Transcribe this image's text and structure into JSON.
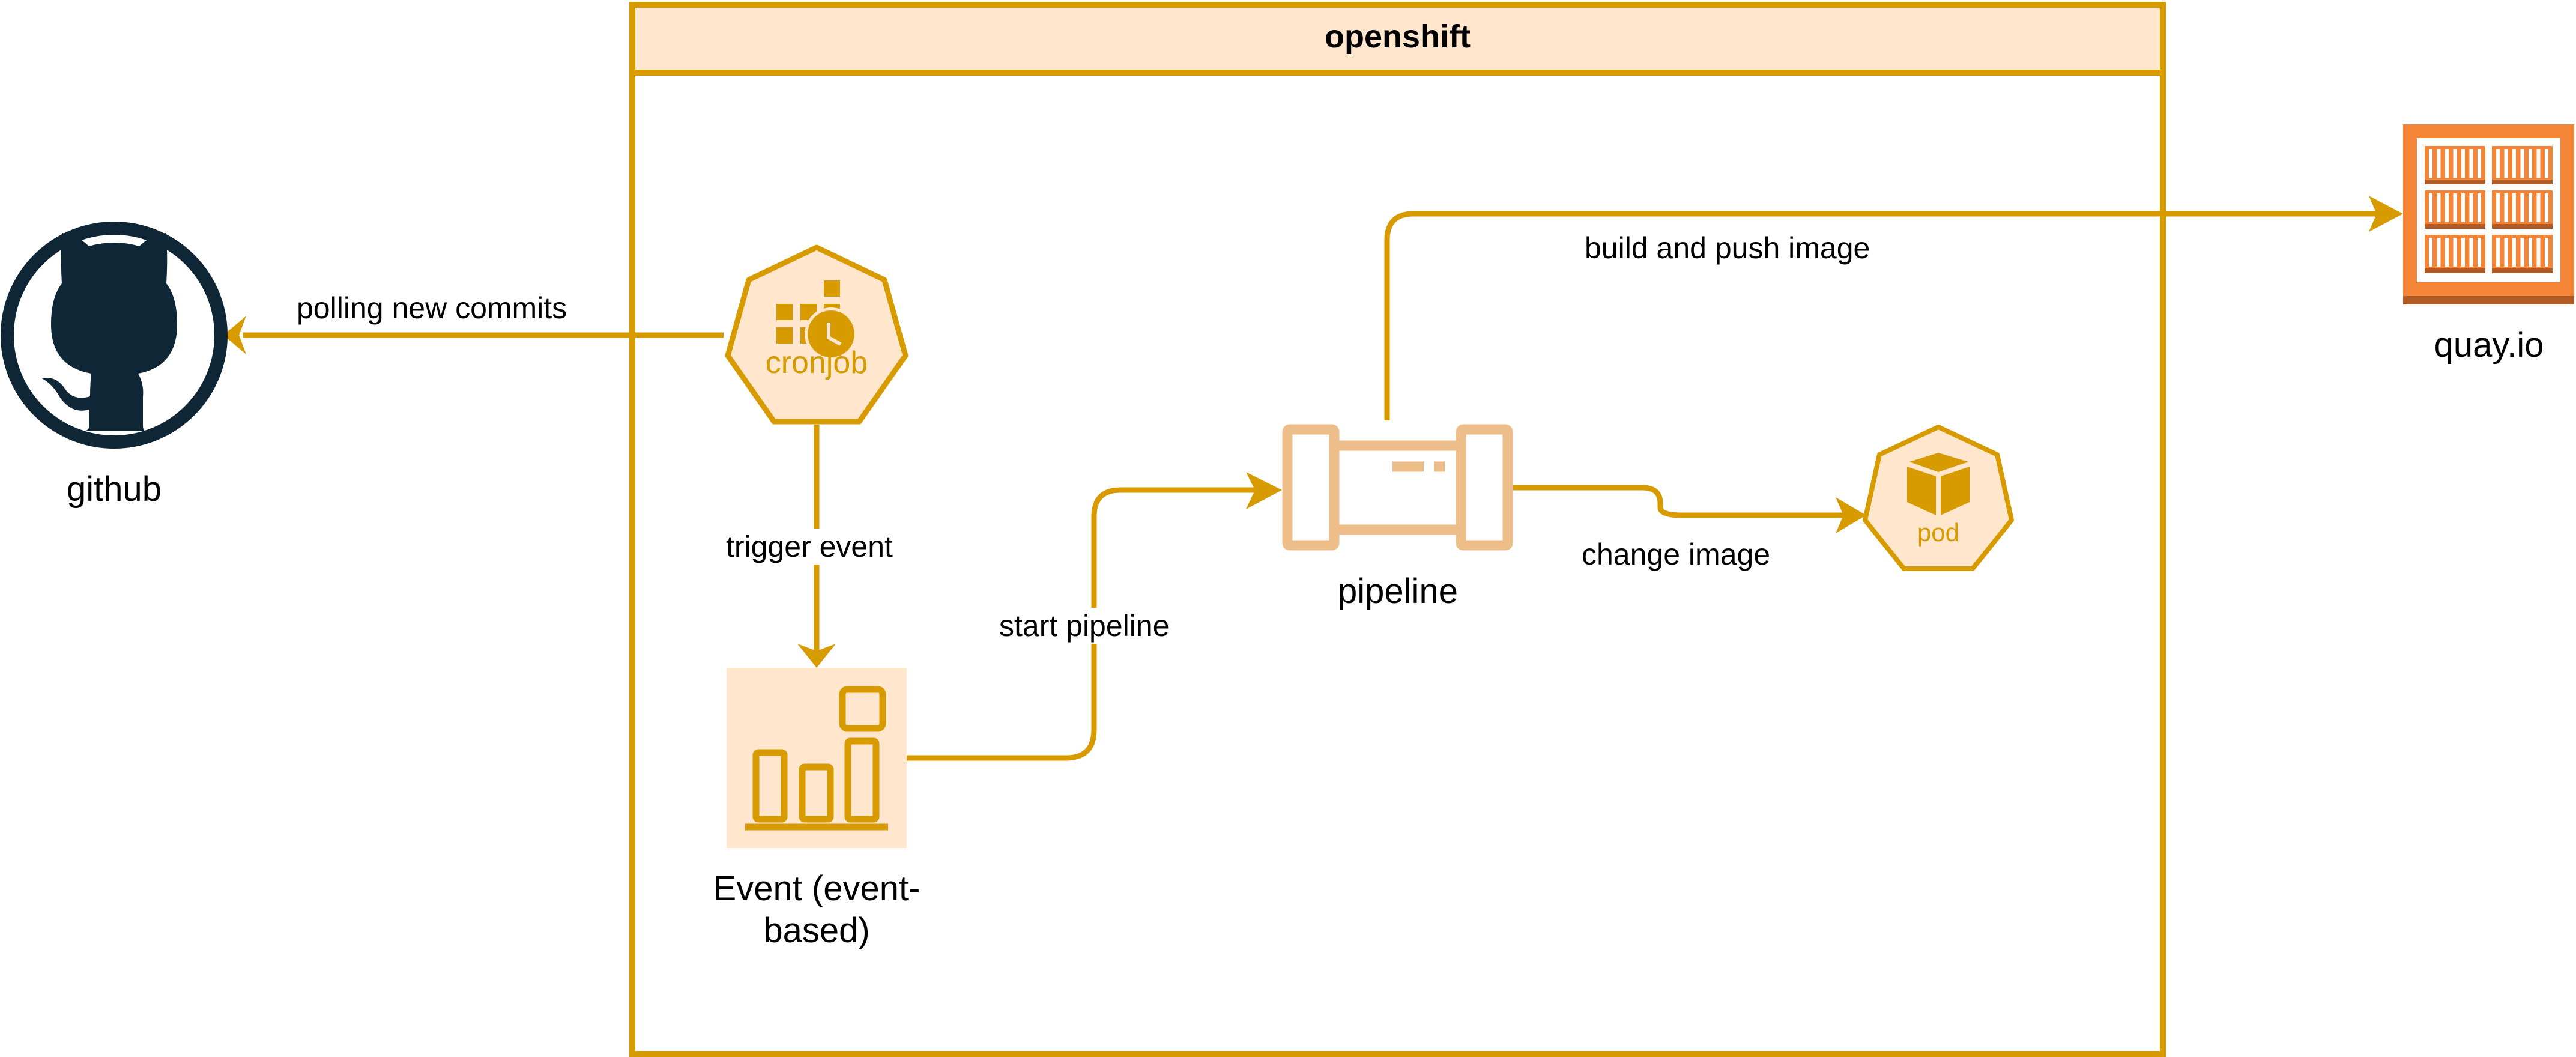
{
  "container": {
    "title": "openshift",
    "header_fill": "#FFE6CC",
    "border_color": "#D79B00"
  },
  "colors": {
    "edge": "#D79B00",
    "node_fill": "#FFE6CC",
    "node_stroke": "#D79B00",
    "pipeline_stroke": "#EDBD8A",
    "github": "#0F2636",
    "quay_orange": "#F58536",
    "quay_dark": "#B05B25"
  },
  "nodes": {
    "github": {
      "label": "github",
      "icon": "github-octocat-icon"
    },
    "cronjob": {
      "label": "cronjob",
      "icon": "k8s-cronjob-icon"
    },
    "event": {
      "label_line1": "Event (event-",
      "label_line2": "based)",
      "icon": "event-bar-chart-icon"
    },
    "pipeline": {
      "label": "pipeline",
      "icon": "pipeline-icon"
    },
    "pod": {
      "label": "pod",
      "icon": "k8s-pod-icon"
    },
    "quay": {
      "label": "quay.io",
      "icon": "container-registry-icon"
    }
  },
  "edges": [
    {
      "id": "polling",
      "from": "cronjob",
      "to": "github",
      "label": "polling new commits"
    },
    {
      "id": "trigger",
      "from": "cronjob",
      "to": "event",
      "label": "trigger event"
    },
    {
      "id": "start",
      "from": "event",
      "to": "pipeline",
      "label": "start pipeline"
    },
    {
      "id": "build",
      "from": "pipeline",
      "to": "quay",
      "label": "build and push image"
    },
    {
      "id": "change",
      "from": "pipeline",
      "to": "pod",
      "label": "change image"
    }
  ]
}
